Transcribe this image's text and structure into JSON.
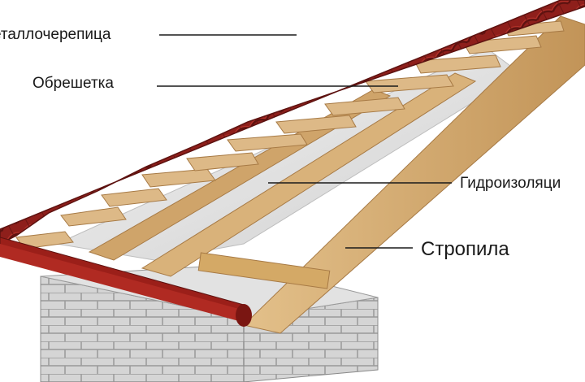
{
  "labels": {
    "metal_tile": "еталлочерепица",
    "battens": "Обрешетка",
    "waterproofing": "Гидроизоляци",
    "rafters": "Стропила"
  },
  "colors": {
    "tile": "#8e1f1b",
    "tile_dark": "#5d1210",
    "tile_light": "#b8332b",
    "wood": "#d9b27a",
    "wood_dark": "#a77a45",
    "membrane": "#e6e6e6",
    "brick": "#d5d5d5",
    "brick_mortar": "#9a9a9a",
    "gutter": "#9b1f19"
  }
}
